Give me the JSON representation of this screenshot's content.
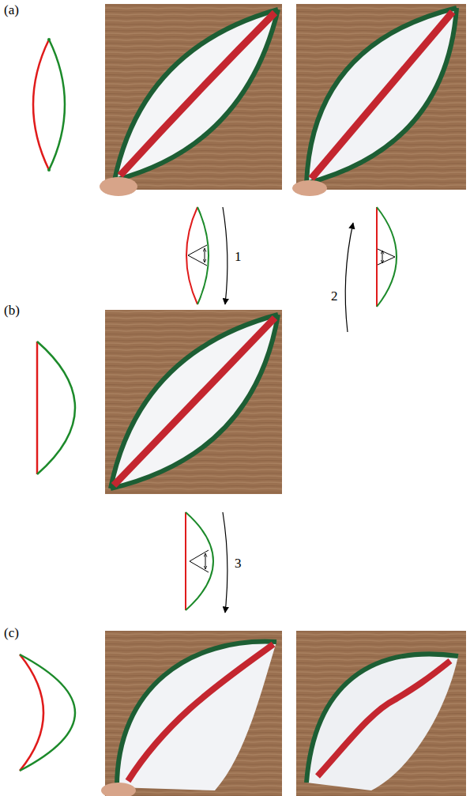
{
  "diagram": {
    "labels": [
      "(a)",
      "(b)",
      "(c)",
      "1",
      "2",
      "3"
    ]
  }
}
